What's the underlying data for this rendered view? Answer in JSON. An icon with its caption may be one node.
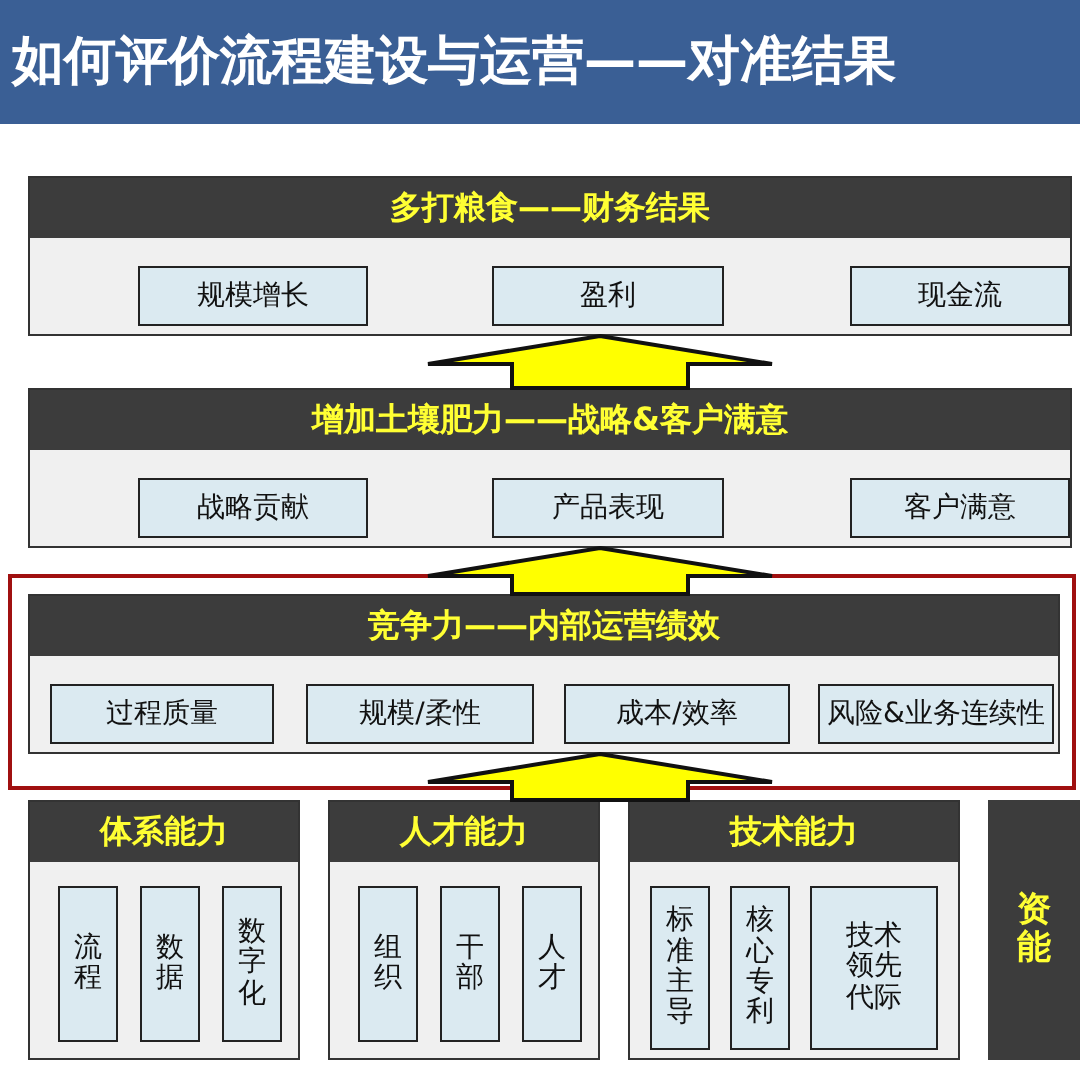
{
  "diagram": {
    "title": "如何评价流程建设与运营——对准结果",
    "nodes": [
      {
        "text": [
          "多打粮食——财务结果"
        ]
      },
      {
        "text": [
          "规模增长"
        ],
        "in": 0
      },
      {
        "text": [
          "盈利"
        ],
        "in": 0
      },
      {
        "text": [
          "现金流"
        ],
        "in": 0
      },
      {
        "text": [
          "增加土壤肥力——战略&客户满意"
        ]
      },
      {
        "text": [
          "战略贡献"
        ],
        "in": 4
      },
      {
        "text": [
          "产品表现"
        ],
        "in": 4
      },
      {
        "text": [
          "客户满意"
        ],
        "in": 4
      },
      {
        "text": [],
        "shape": "box"
      },
      {
        "text": [
          "竞争力——内部运营绩效"
        ],
        "in": 8
      },
      {
        "text": [
          "过程质量"
        ],
        "in": 9
      },
      {
        "text": [
          "规模/柔性"
        ],
        "in": 9
      },
      {
        "text": [
          "成本/效率"
        ],
        "in": 9
      },
      {
        "text": [
          "风险&业务连续性"
        ],
        "in": 9
      },
      {
        "text": [
          "体系能力"
        ]
      },
      {
        "text": [
          "流程"
        ],
        "in": 14
      },
      {
        "text": [
          "数据"
        ],
        "in": 14
      },
      {
        "text": [
          "数字化"
        ],
        "in": 14
      },
      {
        "text": [
          "人才能力"
        ]
      },
      {
        "text": [
          "组织"
        ],
        "in": 18
      },
      {
        "text": [
          "干部"
        ],
        "in": 18
      },
      {
        "text": [
          "人才"
        ],
        "in": 18
      },
      {
        "text": [
          "技术能力"
        ]
      },
      {
        "text": [
          "标准主导"
        ],
        "in": 22
      },
      {
        "text": [
          "核心专利"
        ],
        "in": 22
      },
      {
        "text": [
          "技术领先代际"
        ],
        "in": 22
      },
      {
        "text": [
          "资能"
        ]
      }
    ],
    "edges": [
      {
        "from": 4,
        "to": 0,
        "arrow": "to",
        "style": "thick"
      },
      {
        "from": 9,
        "to": 4,
        "arrow": "to",
        "style": "thick"
      },
      {
        "from": null,
        "to": 9,
        "arrow": "to",
        "style": "thick"
      }
    ]
  }
}
